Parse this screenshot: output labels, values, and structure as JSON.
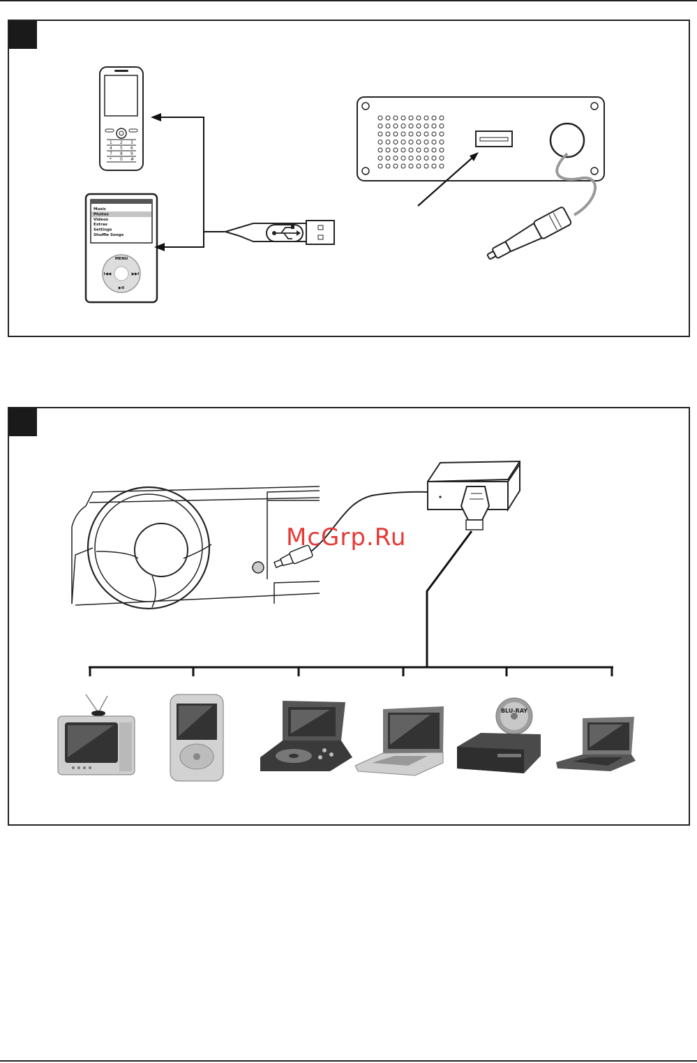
{
  "watermark": "McGrp.Ru",
  "player": {
    "menu_items": [
      "Music",
      "Photos",
      "Videos",
      "Extras",
      "Settings",
      "Shuffle Songs"
    ],
    "wheel_top": "MENU",
    "wheel_left": "I◀◀",
    "wheel_right": "▶▶I",
    "wheel_bottom": "▶II"
  },
  "phone": {
    "keypad": [
      "1",
      "2",
      "3",
      "4",
      "5",
      "6",
      "7",
      "8",
      "9",
      "*",
      "0",
      "#"
    ]
  },
  "bluray": {
    "disc_label": "BLU-RAY"
  },
  "device_icons": [
    "tv-icon",
    "smartphone-icon",
    "portable-dvd-icon",
    "laptop-icon",
    "bluray-player-icon",
    "netbook-icon"
  ]
}
